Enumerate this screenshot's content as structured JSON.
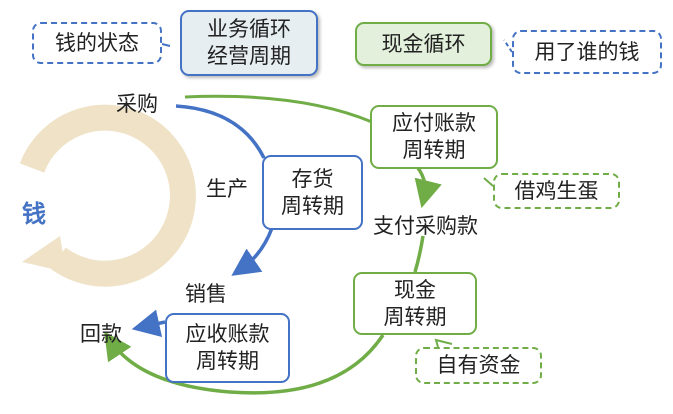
{
  "legend": {
    "money_state": "钱的状态",
    "business_cycle": "业务循环\n经营周期",
    "cash_cycle": "现金循环",
    "whose_money": "用了谁的钱"
  },
  "center": "钱",
  "steps": {
    "purchase": "采购",
    "production": "生产",
    "sales": "销售",
    "collection": "回款",
    "pay_purchase": "支付采购款"
  },
  "periods": {
    "inventory": "存货\n周转期",
    "receivable": "应收账款\n周转期",
    "payable": "应付账款\n周转期",
    "cash": "现金\n周转期"
  },
  "notes": {
    "borrow": "借鸡生蛋",
    "own": "自有资金"
  },
  "colors": {
    "blue": "#4472c4",
    "green": "#70ad47",
    "beige": "#efe2c6"
  }
}
